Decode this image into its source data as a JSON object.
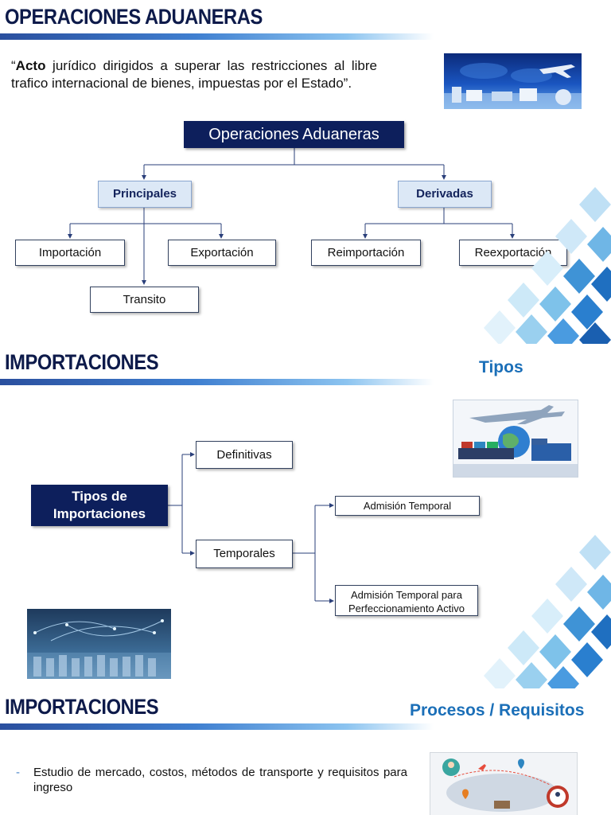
{
  "slide1": {
    "title": "OPERACIONES ADUANERAS",
    "quote_open": "“",
    "quote_bold": "Acto",
    "quote_rest": " jurídico dirigidos a superar las restricciones al libre trafico internacional de bienes, impuestas por el Estado”.",
    "root": "Operaciones Aduaneras",
    "principales": "Principales",
    "derivadas": "Derivadas",
    "importacion": "Importación",
    "exportacion": "Exportación",
    "transito": "Transito",
    "reimportacion": "Reimportación",
    "reexportacion": "Reexportación"
  },
  "slide2": {
    "title": "IMPORTACIONES",
    "subtitle": "Tipos",
    "root_line1": "Tipos de",
    "root_line2": "Importaciones",
    "definitivas": "Definitivas",
    "temporales": "Temporales",
    "admision": "Admisión Temporal",
    "perfeccionamiento_line1": "Admisión Temporal para",
    "perfeccionamiento_line2": "Perfeccionamiento Activo"
  },
  "slide3": {
    "title": "IMPORTACIONES",
    "subtitle": "Procesos / Requisitos",
    "bullets": [
      "Estudio de mercado, costos, métodos de transporte y requisitos para ingreso"
    ]
  },
  "colors": {
    "navy": "#0d1f5c",
    "accent_blue": "#1b6fb8",
    "light_box": "#dce8f6"
  }
}
